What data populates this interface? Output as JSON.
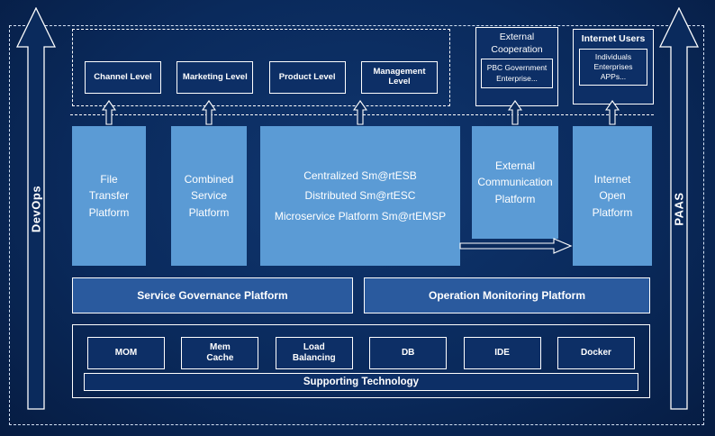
{
  "colors": {
    "background": "#0a2a5c",
    "platform_blue": "#5b9bd5",
    "governance_blue": "#2a5a9e",
    "line_white": "#ffffff"
  },
  "rails": {
    "left_label": "DevOps",
    "right_label": "PAAS"
  },
  "levels": {
    "items": [
      "Channel Level",
      "Marketing Level",
      "Product Level",
      "Management Level"
    ]
  },
  "external_cooperation": {
    "title": "External\nCooperation",
    "body": "PBC Government\nEnterprise..."
  },
  "internet_users": {
    "title": "Internet Users",
    "body": "Individuals\nEnterprises\nAPPs..."
  },
  "platforms": {
    "file_transfer": "File\nTransfer\nPlatform",
    "combined_service": "Combined\nService\nPlatform",
    "central": "Centralized Sm@rtESB\nDistributed Sm@rtESC\nMicroservice Platform Sm@rtEMSP",
    "external_communication": "External\nCommunication\nPlatform",
    "internet_open": "Internet\nOpen\nPlatform"
  },
  "governance": {
    "service_governance": "Service Governance Platform",
    "operation_monitoring": "Operation Monitoring Platform"
  },
  "supporting": {
    "technologies": [
      "MOM",
      "Mem\nCache",
      "Load\nBalancing",
      "DB",
      "IDE",
      "Docker"
    ],
    "bar_label": "Supporting Technology"
  }
}
